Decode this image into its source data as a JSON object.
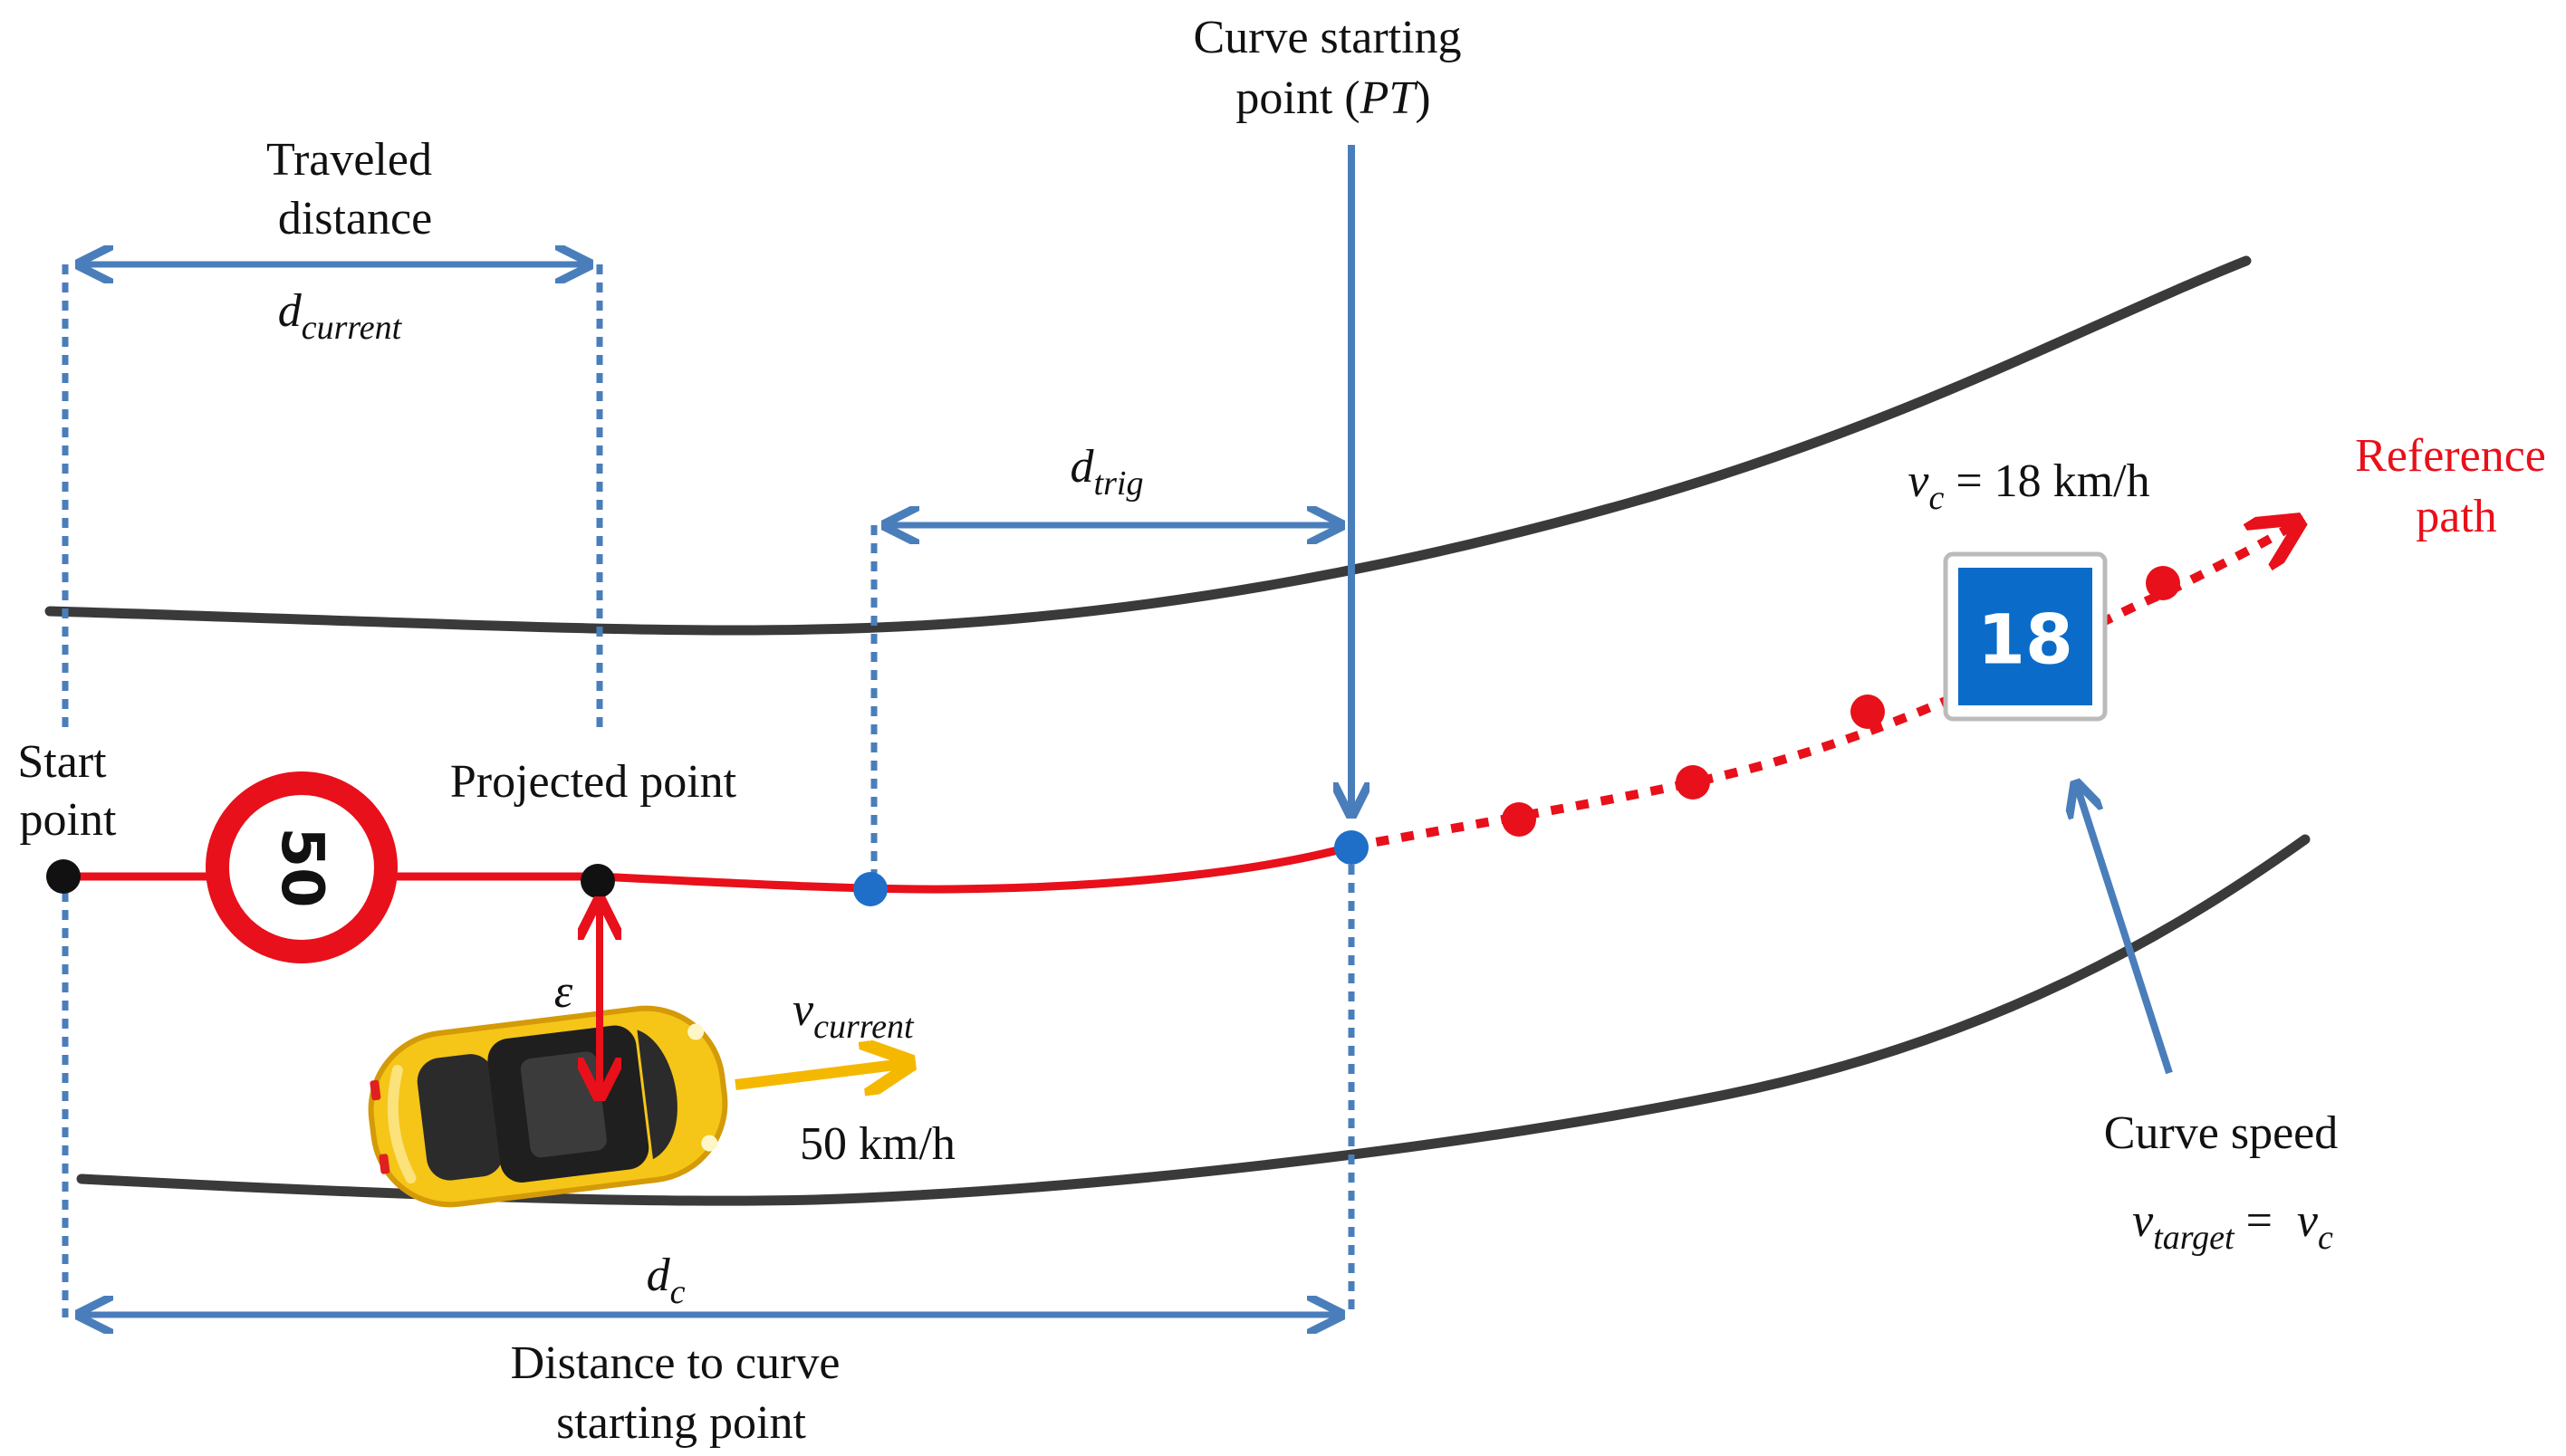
{
  "labels": {
    "start_point": [
      "Start",
      "point"
    ],
    "projected_point": "Projected point",
    "traveled_distance": [
      "Traveled",
      "distance"
    ],
    "d_current": {
      "main": "d",
      "sub": "current"
    },
    "d_trig": {
      "main": "d",
      "sub": "trig"
    },
    "curve_start": {
      "line1": "Curve starting",
      "line2_a": "point (",
      "line2_b": "PT",
      "line2_c": ")"
    },
    "vc_value": {
      "main": "v",
      "sub": "c",
      "rest": " = 18 km/h"
    },
    "reference_path": [
      "Reference",
      "path"
    ],
    "epsilon": "ε",
    "v_current": {
      "main": "v",
      "sub": "current"
    },
    "car_speed": "50 km/h",
    "dc": {
      "main": "d",
      "sub": "c"
    },
    "distance_to_curve": [
      "Distance to curve",
      "starting point"
    ],
    "curve_speed": "Curve speed",
    "v_target": {
      "main": "v",
      "sub": "target",
      "eq": " = ",
      "rhs": "v",
      "rhs_sub": "c"
    }
  },
  "speed_limit_sign": "50",
  "curve_speed_sign": "18",
  "colors": {
    "road": "#3a3a3a",
    "path": "#e8101a",
    "dimension": "#4a7ebb",
    "node_blue": "#1f6fc8",
    "sign_blue": "#0a6cc8",
    "car_body": "#f5c518",
    "car_arrow": "#f5b800"
  }
}
